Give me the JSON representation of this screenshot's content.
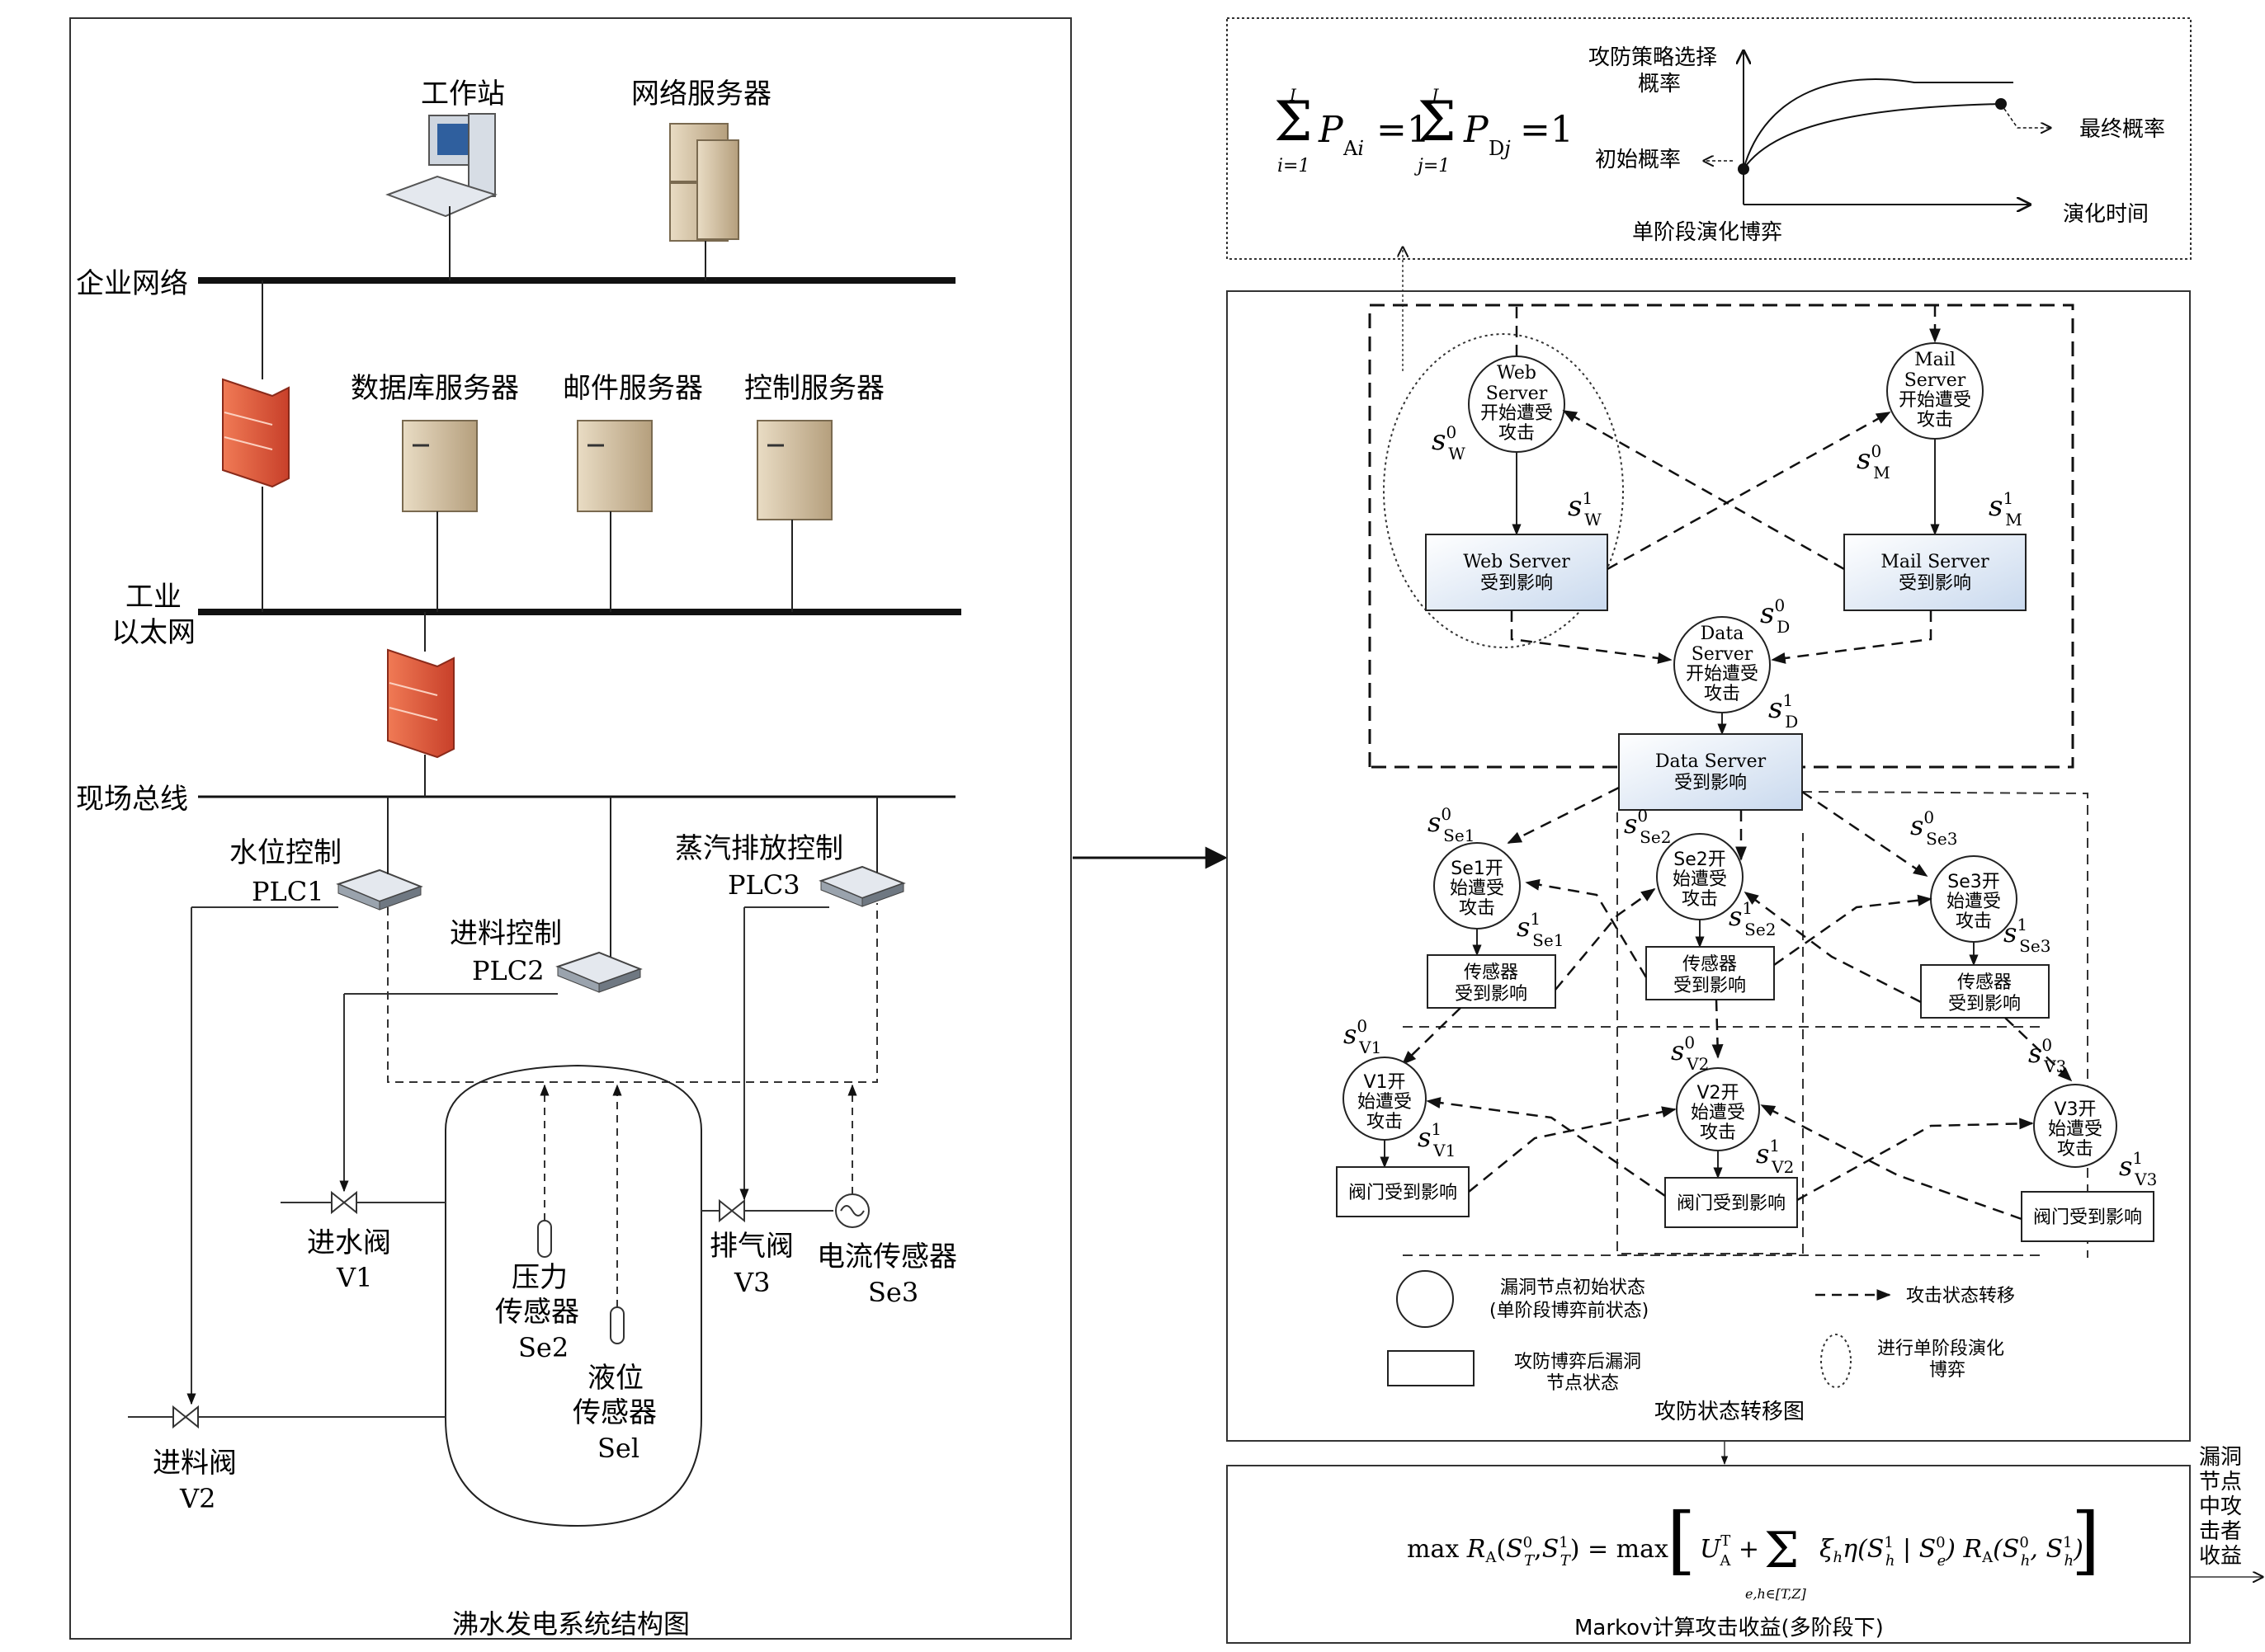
{
  "left": {
    "caption": "沸水发电系统结构图",
    "workstation": "工作站",
    "web_server": "网络服务器",
    "enterprise_net": "企业网络",
    "db_server": "数据库服务器",
    "mail_server": "邮件服务器",
    "ctrl_server": "控制服务器",
    "ind_eth_1": "工业",
    "ind_eth_2": "以太网",
    "fieldbus": "现场总线",
    "plc1_name": "水位控制",
    "plc1_id": "PLC1",
    "plc2_name": "进料控制",
    "plc2_id": "PLC2",
    "plc3_name": "蒸汽排放控制",
    "plc3_id": "PLC3",
    "v1_name": "进水阀",
    "v1_id": "V1",
    "v2_name": "进料阀",
    "v2_id": "V2",
    "v3_name": "排气阀",
    "v3_id": "V3",
    "se3_name": "电流传感器",
    "se3_id": "Se3",
    "se2_line1": "压力",
    "se2_line2": "传感器",
    "se2_id": "Se2",
    "se1_line1": "液位",
    "se1_line2": "传感器",
    "se1_id": "Sel"
  },
  "top": {
    "formula_left": "Σ P_Ai = 1",
    "formula_left_upper": "I",
    "formula_left_lower": "i=1",
    "formula_right": "Σ P_Dj = 1",
    "formula_right_upper": "J",
    "formula_right_lower": "j=1",
    "ylabel_1": "攻防策略选择",
    "ylabel_2": "概率",
    "initial_prob": "初始概率",
    "final_prob": "最终概率",
    "xlabel": "演化时间",
    "caption": "单阶段演化博弈"
  },
  "graph": {
    "caption": "攻防状态转移图",
    "web_circle": [
      "Web",
      "Server",
      "开始遭受",
      "攻击"
    ],
    "mail_circle": [
      "Mail",
      "Server",
      "开始遭受",
      "攻击"
    ],
    "data_circle": [
      "Data",
      "Server",
      "开始遭受",
      "攻击"
    ],
    "web_box": [
      "Web Server",
      "受到影响"
    ],
    "mail_box": [
      "Mail Server",
      "受到影响"
    ],
    "data_box": [
      "Data Server",
      "受到影响"
    ],
    "se1_circle": [
      "Se1开",
      "始遭受",
      "攻击"
    ],
    "se2_circle": [
      "Se2开",
      "始遭受",
      "攻击"
    ],
    "se3_circle": [
      "Se3开",
      "始遭受",
      "攻击"
    ],
    "sensor_box": [
      "传感器",
      "受到影响"
    ],
    "v1_circle": [
      "V1开",
      "始遭受",
      "攻击"
    ],
    "v2_circle": [
      "V2开",
      "始遭受",
      "攻击"
    ],
    "v3_circle": [
      "V3开",
      "始遭受",
      "攻击"
    ],
    "valve_box": "阀门受到影响",
    "state_labels": {
      "sW0": [
        "s",
        "0",
        "W"
      ],
      "sW1": [
        "s",
        "1",
        "W"
      ],
      "sM0": [
        "s",
        "0",
        "M"
      ],
      "sM1": [
        "s",
        "1",
        "M"
      ],
      "sD0": [
        "s",
        "0",
        "D"
      ],
      "sD1": [
        "s",
        "1",
        "D"
      ],
      "sSe10": [
        "s",
        "0",
        "Se1"
      ],
      "sSe11": [
        "s",
        "1",
        "Se1"
      ],
      "sSe20": [
        "s",
        "0",
        "Se2"
      ],
      "sSe21": [
        "s",
        "1",
        "Se2"
      ],
      "sSe30": [
        "s",
        "0",
        "Se3"
      ],
      "sSe31": [
        "s",
        "1",
        "Se3"
      ],
      "sV10": [
        "s",
        "0",
        "V1"
      ],
      "sV11": [
        "s",
        "1",
        "V1"
      ],
      "sV20": [
        "s",
        "0",
        "V2"
      ],
      "sV21": [
        "s",
        "1",
        "V2"
      ],
      "sV30": [
        "s",
        "0",
        "V3"
      ],
      "sV31": [
        "s",
        "1",
        "V3"
      ]
    },
    "legend": {
      "circle_1": "漏洞节点初始状态",
      "circle_2": "(单阶段博弈前状态)",
      "box_1": "攻防博弈后漏洞",
      "box_2": "节点状态",
      "arrow": "攻击状态转移",
      "ellipse_1": "进行单阶段演化",
      "ellipse_2": "博弈"
    }
  },
  "bottom": {
    "formula": "max R_A(S_T^0, S_T^1) = max [ U_A^T + Σ_{e,h∈[T,Z]} ξ_h η(S_h^1 | S_e^0) R_A(S_h^0, S_h^1) ]",
    "caption": "Markov计算攻击收益(多阶段下)",
    "side_label": [
      "漏洞",
      "节点",
      "中攻",
      "击者",
      "收益"
    ]
  }
}
